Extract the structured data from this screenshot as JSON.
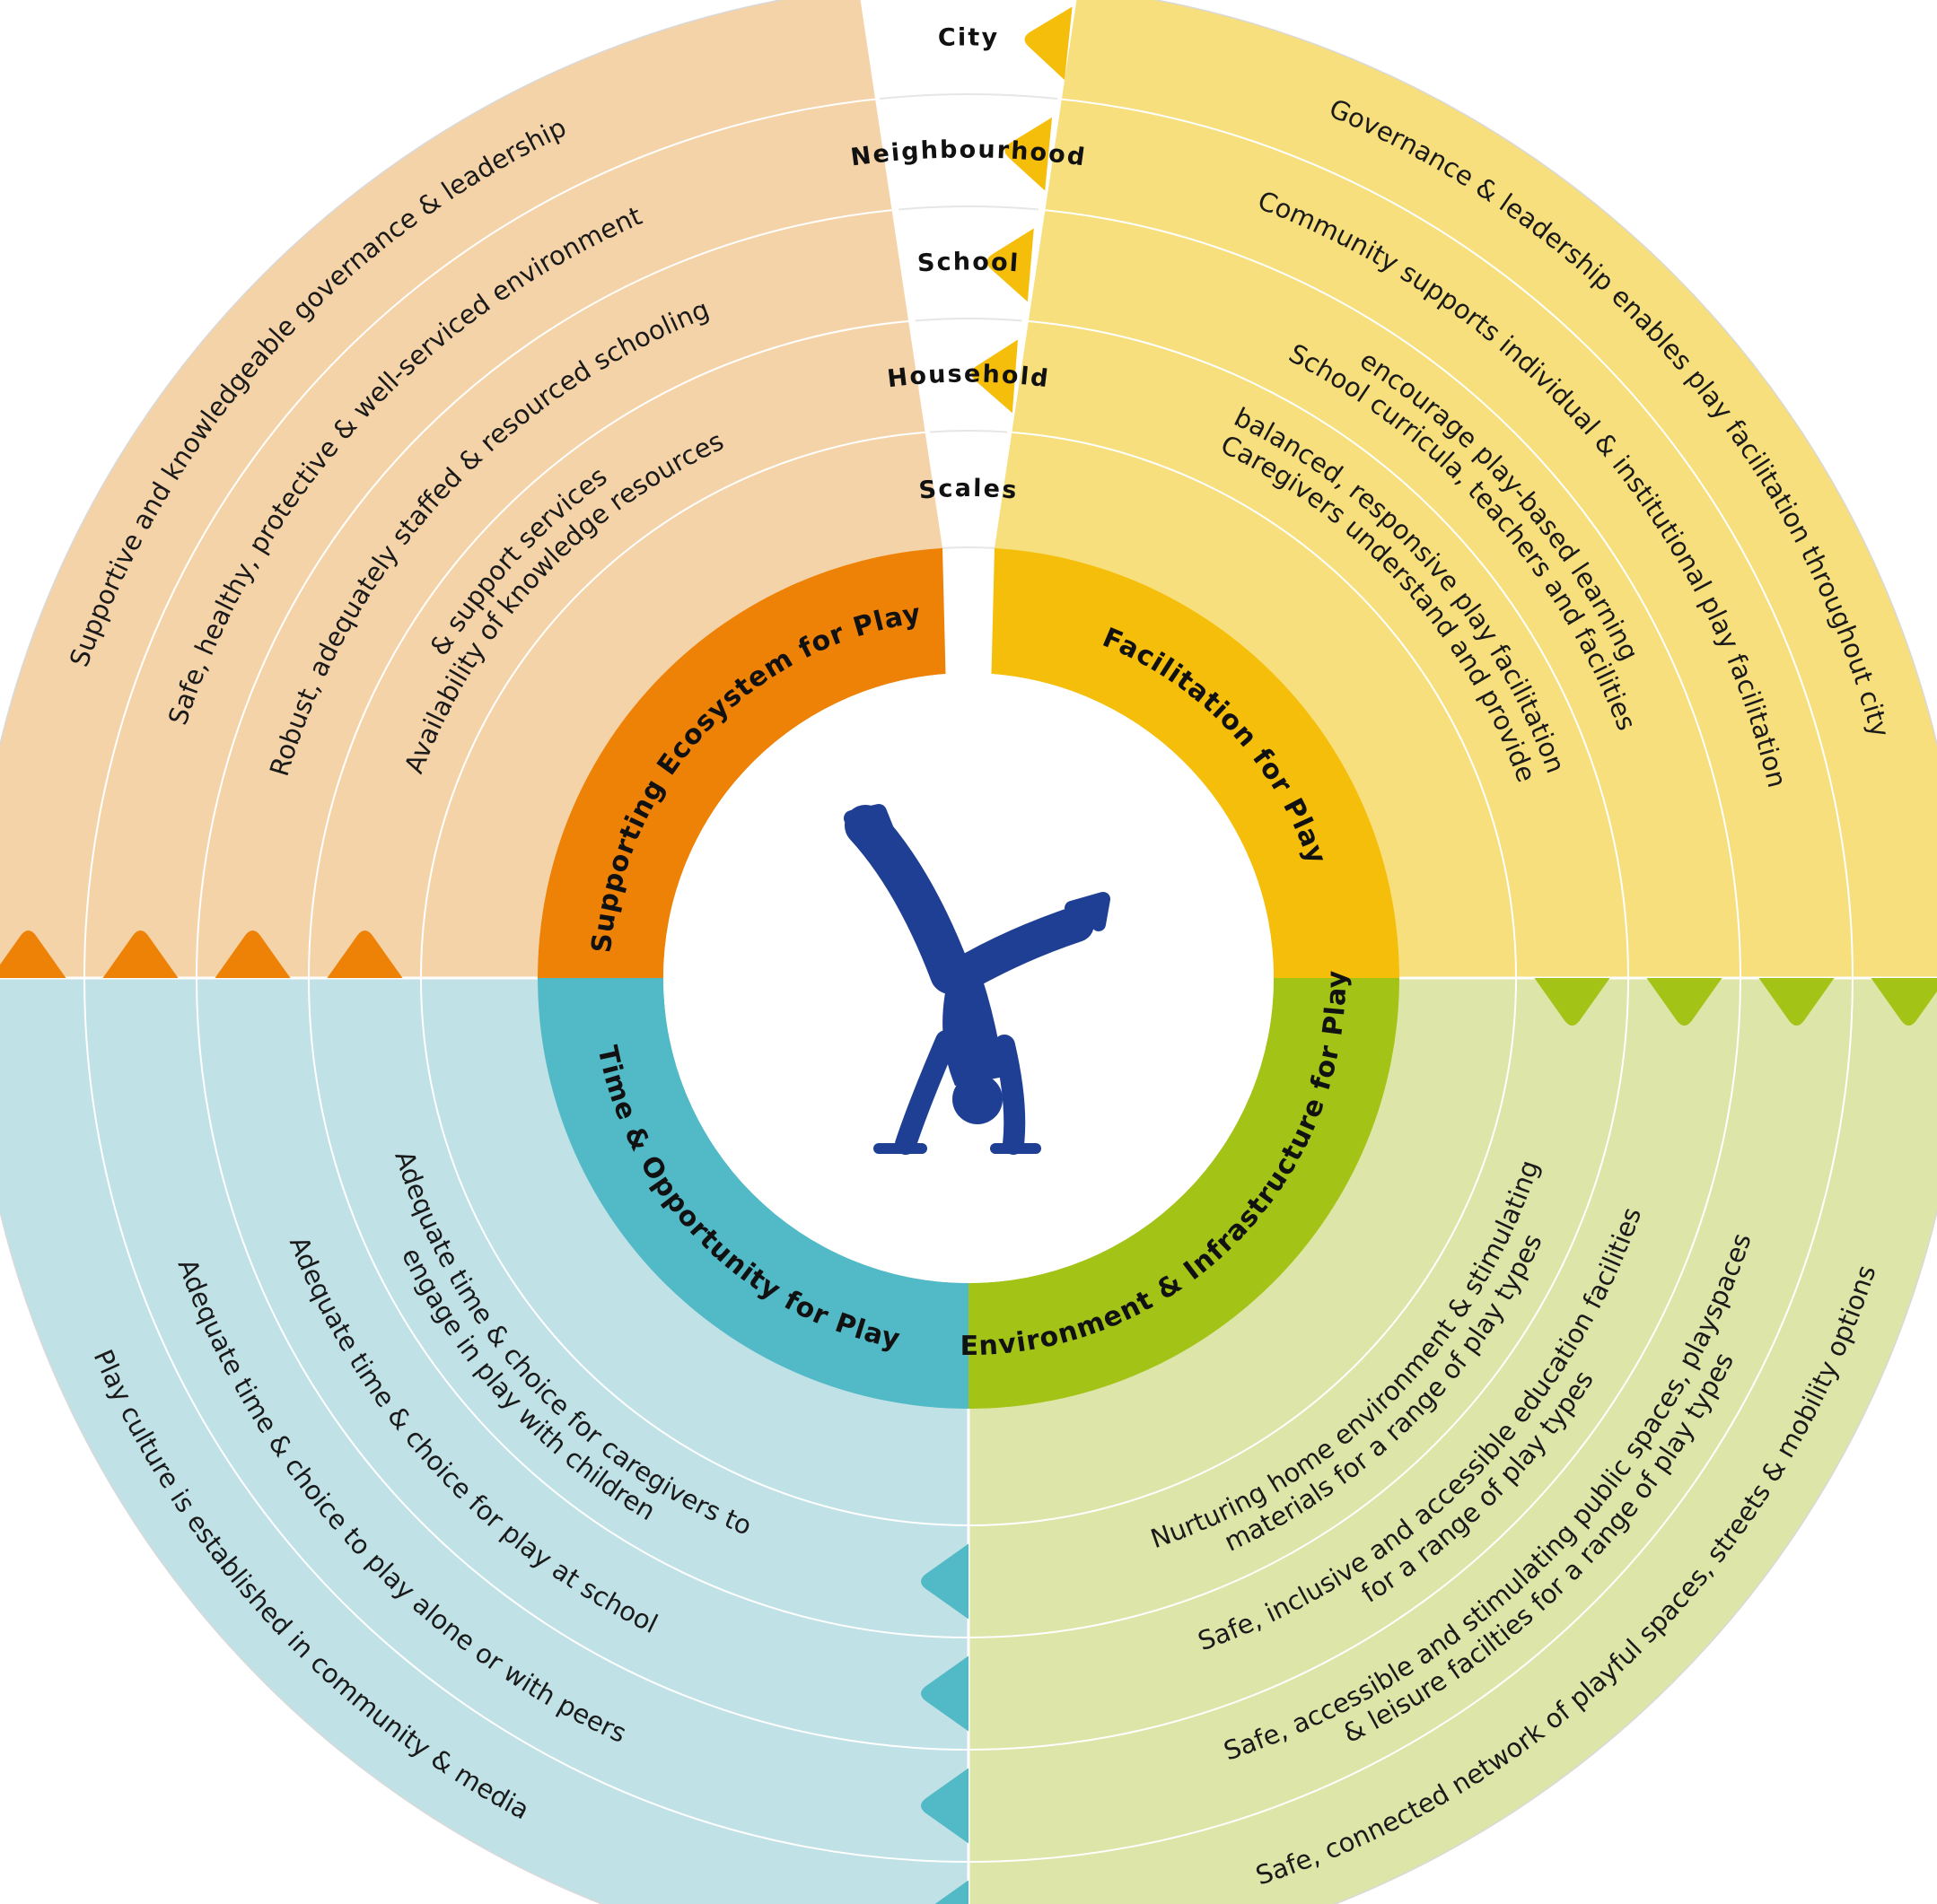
{
  "colors": {
    "orange_dark": "#EE8207",
    "orange_light": "#F5D3A8",
    "yellow_dark": "#F4BE0A",
    "yellow_light": "#F6DF7C",
    "green_dark": "#A3C317",
    "green_light": "#DDE5A8",
    "teal_dark": "#52B9C6",
    "teal_light": "#C0E1E6",
    "figure": "#1E3F94",
    "scales_label": "#52B9C6",
    "ring_line": "#ffffff"
  },
  "scales": {
    "title": "Scales",
    "items": [
      "City",
      "Neighbourhood",
      "School",
      "Household"
    ]
  },
  "quadrants": {
    "supporting": {
      "title": "Supporting Ecosystem for Play",
      "items": [
        [
          "Supportive and knowledgeable governance & leadership"
        ],
        [
          "Safe, healthy, protective & well-serviced environment"
        ],
        [
          "Robust, adequately staffed & resourced schooling"
        ],
        [
          "Availability of knowledge resources",
          "& support services"
        ]
      ]
    },
    "facilitation": {
      "title": "Facilitation for Play",
      "items": [
        [
          "Governance & leadership enables play facilitation throughout city"
        ],
        [
          "Community supports individual & institutional play facilitation"
        ],
        [
          "School curricula, teachers and facilities",
          "encourage play-based learning"
        ],
        [
          "Caregivers understand and provide",
          "balanced, responsive play facilitation"
        ]
      ]
    },
    "environment": {
      "title": "Environment & Infrastructure for Play",
      "items": [
        [
          "Safe, connected network of playful spaces, streets & mobility options"
        ],
        [
          "Safe, accessible and stimulating public spaces, playspaces",
          "& leisure facilties for a range of play types"
        ],
        [
          "Safe, inclusive and accessible education facilities",
          "for a range of play types"
        ],
        [
          "Nurturing home environment & stimulating",
          "materials for a range of play types"
        ]
      ]
    },
    "time": {
      "title": "Time & Opportunity for Play",
      "items": [
        [
          "Play culture is established in community & media"
        ],
        [
          "Adequate time & choice to play alone or with peers"
        ],
        [
          "Adequate time & choice for play at school"
        ],
        [
          "Adequate time & choice for caregivers to",
          "engage in play with children"
        ]
      ]
    }
  },
  "center_figure": "cartwheel-child-silhouette"
}
